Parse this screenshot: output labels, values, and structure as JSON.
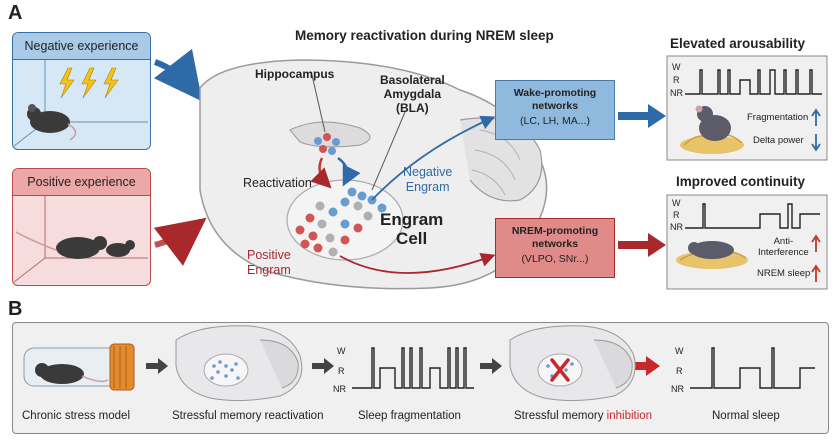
{
  "panel_a": {
    "letter": "A",
    "title": "Memory reactivation during NREM sleep",
    "negative_box": "Negative experience",
    "positive_box": "Positive experience",
    "hippocampus": "Hippocampus",
    "bla_line1": "Basolateral",
    "bla_line2": "Amygdala",
    "bla_line3": "(BLA)",
    "reactivation": "Reactivation",
    "negative_engram_1": "Negative",
    "negative_engram_2": "Engram",
    "positive_engram_1": "Positive",
    "positive_engram_2": "Engram",
    "engram_cell_1": "Engram",
    "engram_cell_2": "Cell",
    "wake_box_1": "Wake-promoting",
    "wake_box_2": "networks",
    "wake_box_3": "(LC, LH, MA...)",
    "nrem_box_1": "NREM-promoting",
    "nrem_box_2": "networks",
    "nrem_box_3": "(VLPO, SNr...)",
    "elevated_title": "Elevated arousability",
    "improved_title": "Improved continuity",
    "fragmentation": "Fragmentation",
    "delta_power": "Delta power",
    "anti_interference_1": "Anti-",
    "anti_interference_2": "Interference",
    "nrem_sleep": "NREM sleep",
    "axis_w": "W",
    "axis_r": "R",
    "axis_nr": "NR"
  },
  "panel_b": {
    "letter": "B",
    "chronic_stress": "Chronic stress model",
    "stressful_reactivation": "Stressful memory reactivation",
    "sleep_fragmentation": "Sleep fragmentation",
    "stressful_inhibition_prefix": "Stressful memory ",
    "stressful_inhibition_word": "inhibition",
    "normal_sleep": "Normal sleep",
    "axis_w": "W",
    "axis_r": "R",
    "axis_nr": "NR"
  },
  "colors": {
    "negative_fill": "#d6e8f5",
    "negative_border": "#3b6fa0",
    "positive_fill": "#f6dcdc",
    "positive_border": "#b84a4a",
    "wake_box": "#8fb9dd",
    "nrem_box": "#e08a8a",
    "blue_arrow": "#2f6aa8",
    "red_arrow": "#a8282c",
    "inhibition_red": "#c8282c"
  },
  "icons": [
    "lightning-icon",
    "mouse-icon",
    "brain-icon",
    "up-arrow-icon",
    "down-arrow-icon",
    "inhibition-cross-icon",
    "falcon-tube-icon"
  ]
}
